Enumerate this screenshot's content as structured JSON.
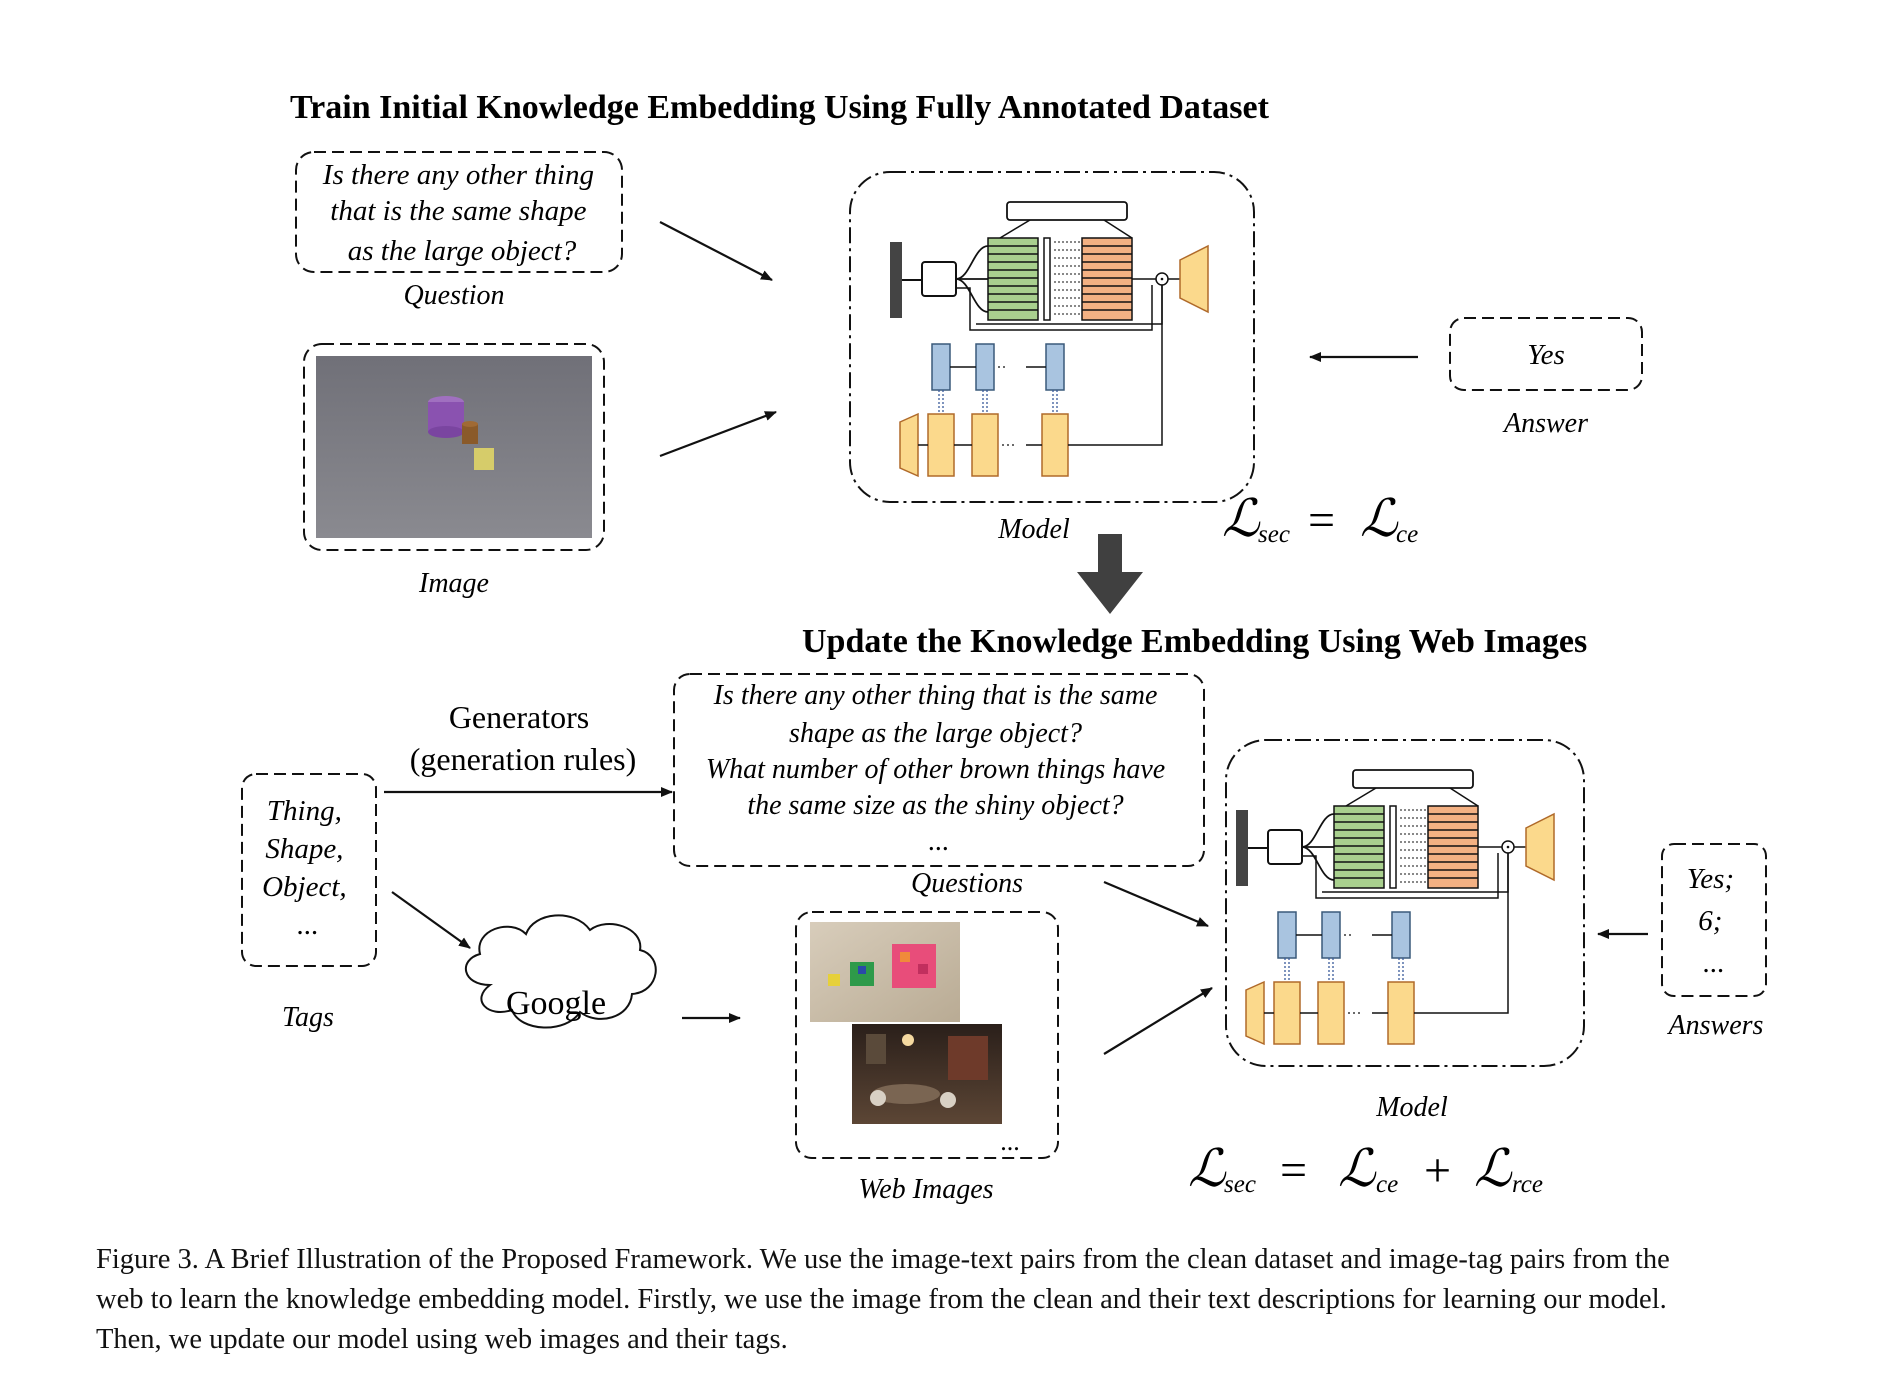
{
  "stage1": {
    "title": "Train Initial Knowledge Embedding Using Fully Annotated Dataset",
    "question_lines": [
      "Is there any other thing",
      "that is the same shape",
      "as the large object?"
    ],
    "question_label": "Question",
    "image_label": "Image",
    "answer": "Yes",
    "answer_label": "Answer",
    "model_label": "Model",
    "loss": {
      "lhs": "ℒ",
      "lhs_sub": "sec",
      "eq": "=",
      "t1": "ℒ",
      "t1_sub": "ce"
    }
  },
  "stage2": {
    "title": "Update the Knowledge Embedding Using Web Images",
    "tags_lines": [
      "Thing,",
      "Shape,",
      "Object,",
      "..."
    ],
    "tags_label": "Tags",
    "generators_lines": [
      "Generators",
      "(generation rules)"
    ],
    "question_lines": [
      "Is there any other thing that is the same",
      "shape as the large object?",
      "What number of other brown things have",
      "the same size as the shiny object?",
      "..."
    ],
    "questions_label": "Questions",
    "google_label": "Google",
    "web_images_more": "...",
    "web_images_label": "Web Images",
    "answers_lines": [
      "Yes;",
      "6;",
      "..."
    ],
    "answers_label": "Answers",
    "model_label": "Model",
    "loss": {
      "lhs": "ℒ",
      "lhs_sub": "sec",
      "eq": "=",
      "t1": "ℒ",
      "t1_sub": "ce",
      "plus": "+",
      "t2": "ℒ",
      "t2_sub": "rce"
    }
  },
  "colors": {
    "lstm_green": "#a9d08e",
    "memory_salmon": "#f4b183",
    "encoder_blue": "#a9c4e0",
    "decoder_yellow": "#fbd98c",
    "arrow_dark": "#404040"
  },
  "caption": [
    "Figure 3. A Brief Illustration of the Proposed Framework. We use the image-text pairs from the clean dataset and image-tag pairs from the",
    "web to learn the knowledge embedding model. Firstly, we use the image from the clean and their text descriptions for learning our model.",
    "Then, we update our model using web images and their tags."
  ]
}
